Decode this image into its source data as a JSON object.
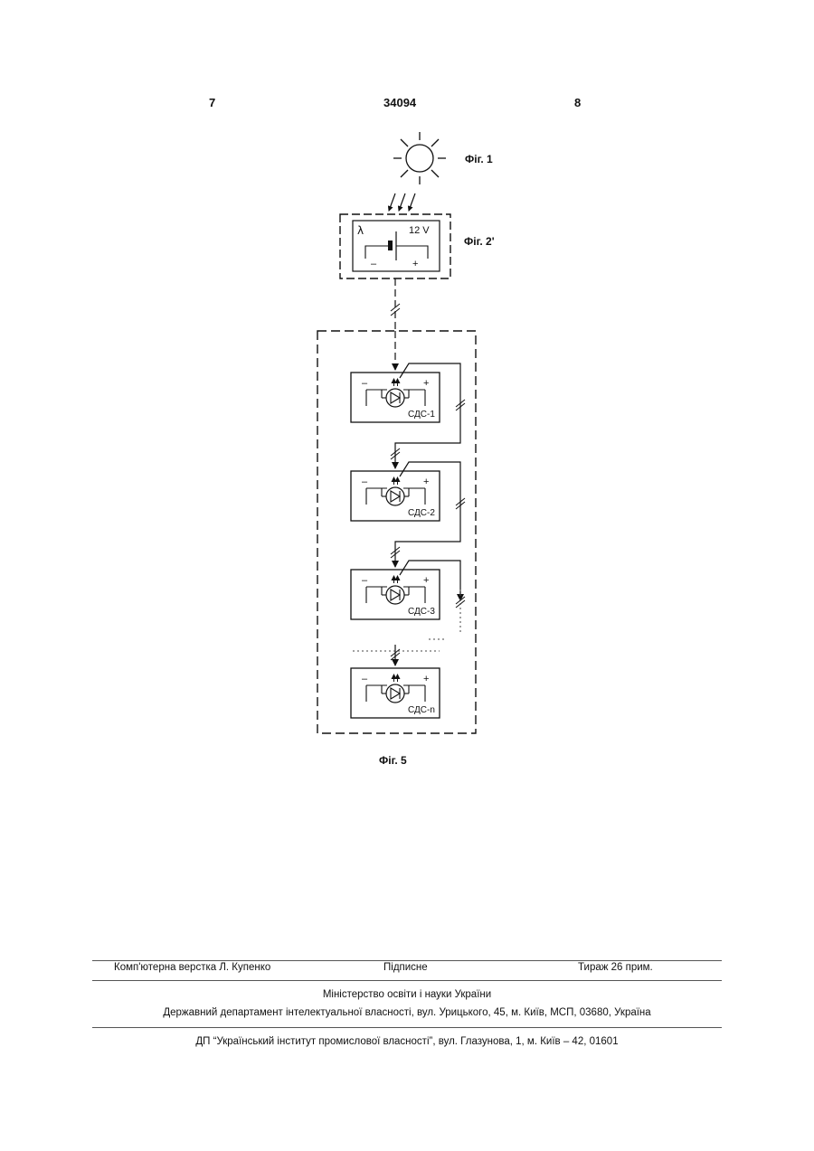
{
  "header": {
    "page_left": "7",
    "patent_number": "34094",
    "page_right": "8"
  },
  "figures": {
    "fig1_label": "Фіг. 1",
    "fig2_label": "Фіг. 2'",
    "fig5_label": "Фіг. 5"
  },
  "panel": {
    "lambda": "λ",
    "voltage": "12 V",
    "minus": "–",
    "plus": "+"
  },
  "modules": [
    {
      "name": "СДС-1",
      "minus": "–",
      "plus": "+"
    },
    {
      "name": "СДС-2",
      "minus": "–",
      "plus": "+"
    },
    {
      "name": "СДС-3",
      "minus": "–",
      "plus": "+"
    },
    {
      "name": "СДС-n",
      "minus": "–",
      "plus": "+"
    }
  ],
  "footer": {
    "layout": "Комп'ютерна верстка Л. Купенко",
    "signed": "Підписне",
    "circulation": "Тираж 26 прим.",
    "ministry": "Міністерство освіти і науки України",
    "department": "Державний департамент інтелектуальної власності, вул. Урицького, 45, м. Київ, МСП, 03680, Україна",
    "institute": "ДП “Український інститут промислової власності”, вул. Глазунова, 1, м. Київ – 42, 01601"
  }
}
